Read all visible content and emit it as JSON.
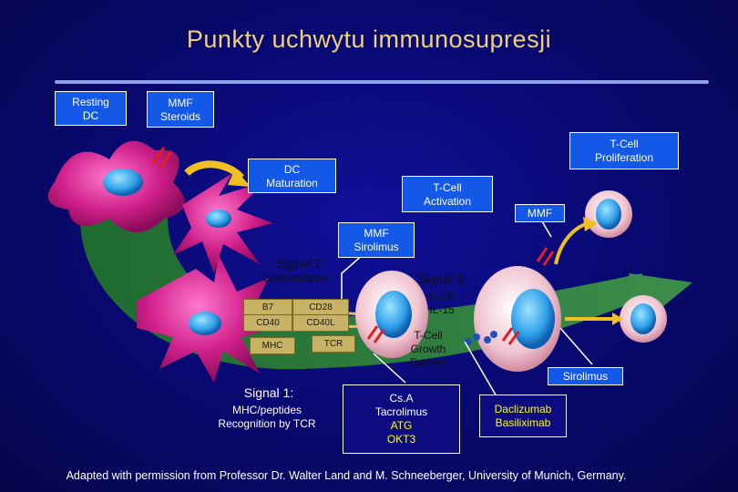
{
  "title": "Punkty uchwytu immunosupresji",
  "boxes": {
    "resting_dc": [
      "Resting",
      "DC"
    ],
    "mmf_steroids": [
      "MMF",
      "Steroids"
    ],
    "tcell_proliferation": [
      "T-Cell",
      "Proliferation"
    ],
    "dc_maturation": [
      "DC",
      "Maturation"
    ],
    "tcell_activation": [
      "T-Cell",
      "Activation"
    ],
    "mmf": "MMF",
    "mmf_sirolimus": [
      "MMF",
      "Sirolimus"
    ],
    "sirolimus": "Sirolimus",
    "csa_tacrolimus": {
      "white": [
        "Cs.A",
        "Tacrolimus"
      ],
      "yellow": [
        "ATG",
        "OKT3"
      ]
    },
    "daclizumab": [
      "Daclizumab",
      "Basiliximab"
    ]
  },
  "signals": {
    "signal2_title": "Signal 2:",
    "signal2_sub": "Costimulation",
    "signal3_title": "Signal 3:",
    "signal3_items": [
      "IL-2R",
      "IL-15"
    ],
    "tcell_growth": [
      "T-Cell",
      "Growth",
      "Factors"
    ],
    "signal1_title": "Signal 1:",
    "signal1_sub": [
      "MHC/peptides",
      "Recognition by TCR"
    ]
  },
  "molecules": {
    "b7": "B7",
    "cd28": "CD28",
    "cd40": "CD40",
    "cd40l": "CD40L",
    "mhc": "MHC",
    "tcr": "TCR"
  },
  "colors": {
    "background": "#08086e",
    "title": "#f0d078",
    "blue_box": "#1458e8",
    "navy_box": "#0d0b80",
    "arrow_band": "#2e7a40",
    "dendritic_cell": "#d0208a",
    "tcell_blue": "#2fa0e8",
    "highlight_text": "#ffff00"
  },
  "footer": "Adapted with permission from Professor Dr. Walter Land and M. Schneeberger, University of Munich, Germany."
}
